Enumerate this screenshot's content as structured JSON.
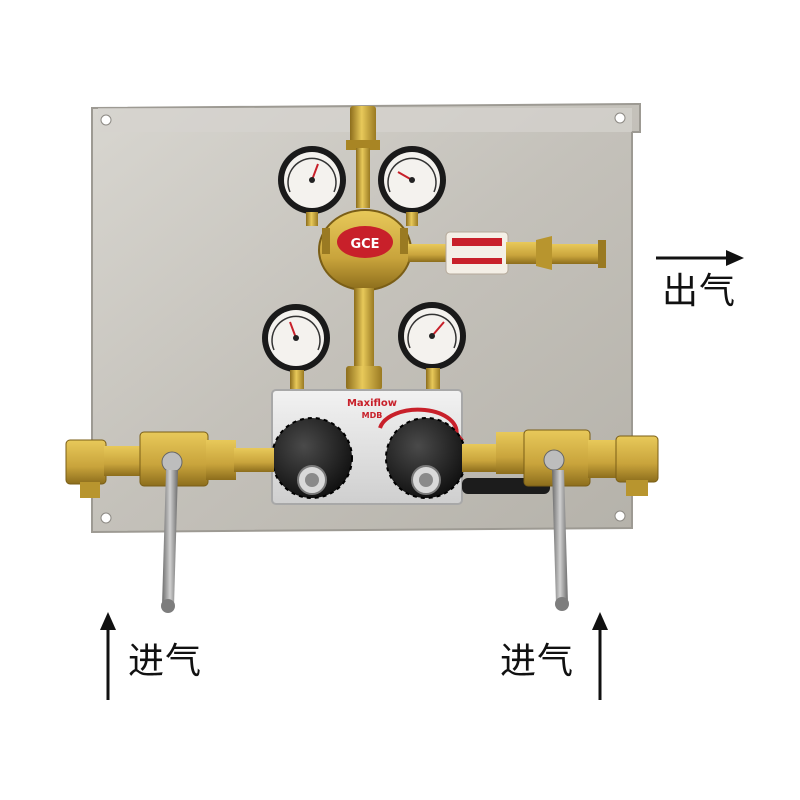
{
  "labels": {
    "outlet": "出气",
    "inlet_left": "进气",
    "inlet_right": "进气"
  },
  "panel": {
    "brand_mark": "GCE",
    "model_mark": "Maxiflow",
    "model_sub": "MDB"
  },
  "colors": {
    "panel": "#c9c6bf",
    "brass": "#c9a43c",
    "brass_dark": "#8c6d1c",
    "gauge_face": "#f4f2ee",
    "gauge_rim": "#1a1a1a",
    "knob": "#1c1c1c",
    "arrow": "#111111",
    "red_accent": "#c8202a"
  },
  "icons": {
    "arrow_out": "arrow-right-icon",
    "arrow_in": "arrow-up-icon"
  }
}
